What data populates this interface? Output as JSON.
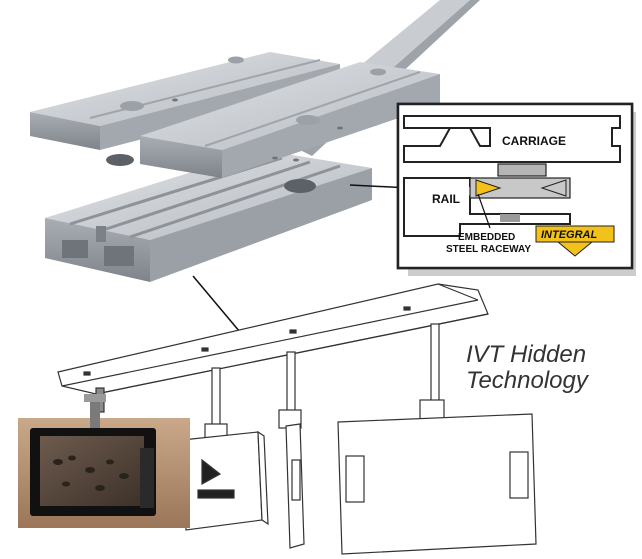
{
  "inset": {
    "carriage_label": "CARRIAGE",
    "rail_label": "RAIL",
    "raceway_line1": "EMBEDDED",
    "raceway_line2": "STEEL RACEWAY",
    "brand_logo": "INTEGRAL"
  },
  "tagline": {
    "line1": "IVT Hidden",
    "line2": "Technology"
  },
  "colors": {
    "aluminum": "#c4c7cc",
    "aluminum_dark": "#8f949a",
    "logo_yellow": "#f2c21b",
    "line_art": "#333333"
  }
}
